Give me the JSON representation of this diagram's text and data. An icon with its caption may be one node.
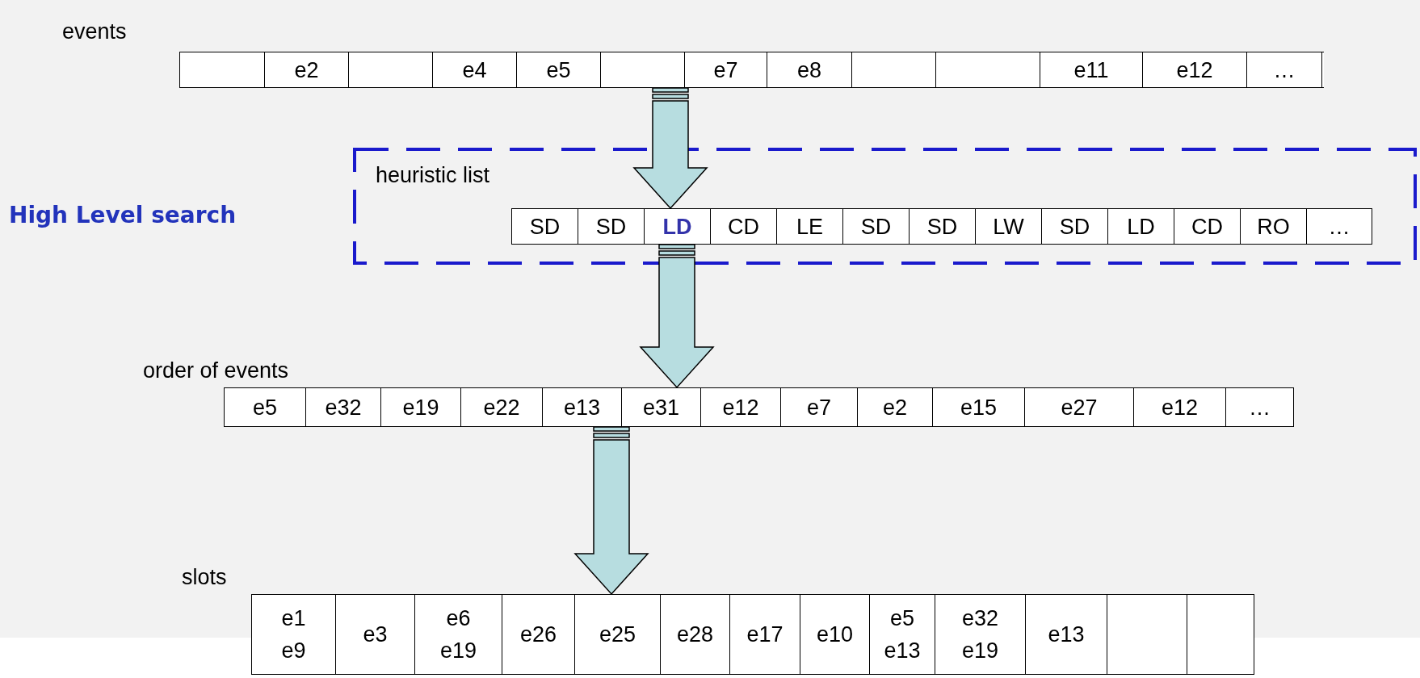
{
  "diagram": {
    "nodes": [
      {
        "text": [
          "events"
        ]
      },
      {
        "text": [],
        "shape": "box",
        "in": 0
      },
      {
        "text": [
          "e2"
        ],
        "in": 0
      },
      {
        "text": [],
        "shape": "box",
        "in": 0
      },
      {
        "text": [
          "e4"
        ],
        "in": 0
      },
      {
        "text": [
          "e5"
        ],
        "in": 0
      },
      {
        "text": [],
        "shape": "box",
        "in": 0
      },
      {
        "text": [
          "e7"
        ],
        "in": 0
      },
      {
        "text": [
          "e8"
        ],
        "in": 0
      },
      {
        "text": [],
        "shape": "box",
        "in": 0
      },
      {
        "text": [],
        "shape": "box",
        "in": 0
      },
      {
        "text": [
          "e11"
        ],
        "in": 0
      },
      {
        "text": [
          "e12"
        ],
        "in": 0
      },
      {
        "text": [
          "…"
        ],
        "in": 0
      },
      {
        "text": [
          "heuristic list"
        ]
      },
      {
        "text": [],
        "shape": "box",
        "in": 14
      },
      {
        "text": [
          "SD"
        ],
        "in": 15
      },
      {
        "text": [
          "SD"
        ],
        "in": 15
      },
      {
        "text": [
          "LD"
        ],
        "in": 15
      },
      {
        "text": [
          "CD"
        ],
        "in": 15
      },
      {
        "text": [
          "LE"
        ],
        "in": 15
      },
      {
        "text": [
          "SD"
        ],
        "in": 15
      },
      {
        "text": [
          "SD"
        ],
        "in": 15
      },
      {
        "text": [
          "LW"
        ],
        "in": 15
      },
      {
        "text": [
          "SD"
        ],
        "in": 15
      },
      {
        "text": [
          "LD"
        ],
        "in": 15
      },
      {
        "text": [
          "CD"
        ],
        "in": 15
      },
      {
        "text": [
          "RO"
        ],
        "in": 15
      },
      {
        "text": [
          "…"
        ],
        "in": 15
      },
      {
        "text": [
          "order of events"
        ]
      },
      {
        "text": [
          "e5"
        ],
        "in": 29
      },
      {
        "text": [
          "e32"
        ],
        "in": 29
      },
      {
        "text": [
          "e19"
        ],
        "in": 29
      },
      {
        "text": [
          "e22"
        ],
        "in": 29
      },
      {
        "text": [
          "e13"
        ],
        "in": 29
      },
      {
        "text": [
          "e31"
        ],
        "in": 29
      },
      {
        "text": [
          "e12"
        ],
        "in": 29
      },
      {
        "text": [
          "e7"
        ],
        "in": 29
      },
      {
        "text": [
          "e2"
        ],
        "in": 29
      },
      {
        "text": [
          "e15"
        ],
        "in": 29
      },
      {
        "text": [
          "e27"
        ],
        "in": 29
      },
      {
        "text": [
          "e12"
        ],
        "in": 29
      },
      {
        "text": [
          "…"
        ],
        "in": 29
      },
      {
        "text": [
          "slots"
        ]
      },
      {
        "text": [
          "e1 e9"
        ],
        "in": 43
      },
      {
        "text": [
          "e3"
        ],
        "in": 43
      },
      {
        "text": [
          "e6 e19"
        ],
        "in": 43
      },
      {
        "text": [
          "e26"
        ],
        "in": 43
      },
      {
        "text": [
          "e25"
        ],
        "in": 43
      },
      {
        "text": [
          "e28"
        ],
        "in": 43
      },
      {
        "text": [
          "e17"
        ],
        "in": 43
      },
      {
        "text": [
          "e10"
        ],
        "in": 43
      },
      {
        "text": [
          "e5 e13"
        ],
        "in": 43
      },
      {
        "text": [
          "e32 e19"
        ],
        "in": 43
      },
      {
        "text": [
          "e13"
        ],
        "in": 43
      },
      {
        "text": [],
        "shape": "box",
        "in": 43
      },
      {
        "text": [],
        "shape": "box",
        "in": 43
      }
    ],
    "labels": [
      "High Level search"
    ],
    "edges": [
      {
        "from": 0,
        "to": 15,
        "arrow": "to"
      },
      {
        "from": 15,
        "to": 29,
        "arrow": "to"
      },
      {
        "from": 29,
        "to": 43,
        "arrow": "to"
      }
    ]
  }
}
